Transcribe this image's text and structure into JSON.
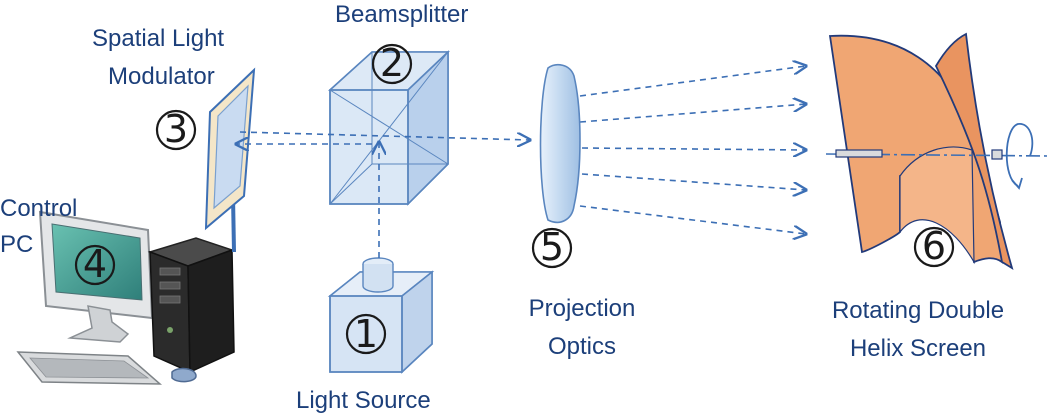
{
  "components": {
    "light_source": {
      "number": "1",
      "label": "Light Source"
    },
    "beamsplitter": {
      "number": "2",
      "label": "Beamsplitter"
    },
    "slm": {
      "number": "3",
      "label_line1": "Spatial Light",
      "label_line2": "Modulator"
    },
    "control_pc": {
      "number": "4",
      "label_line1": "Control",
      "label_line2": "PC"
    },
    "projection_optics": {
      "number": "5",
      "label_line1": "Projection",
      "label_line2": "Optics"
    },
    "screen": {
      "number": "6",
      "label_line1": "Rotating Double",
      "label_line2": "Helix Screen"
    }
  },
  "colors": {
    "label_text": "#1c3f7a",
    "beam": "#3c6fb5",
    "optics_fill": "#cfe0f3",
    "screen_fill": "#f0a673",
    "screen_edge": "#223a7a",
    "monitor_screen": "#3e9e93"
  }
}
